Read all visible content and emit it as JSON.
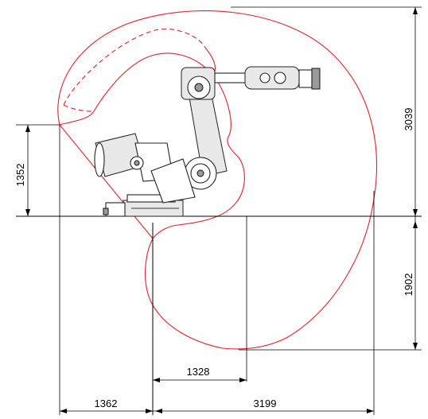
{
  "dimensions": {
    "top_height": "3039",
    "bottom_depth": "1902",
    "shoulder_height": "1352",
    "inner_radius": "1328",
    "rear_reach": "1362",
    "front_reach": "3199"
  },
  "colors": {
    "envelope": "#e0202a",
    "dimension_lines": "#000000",
    "robot": "#222222"
  }
}
